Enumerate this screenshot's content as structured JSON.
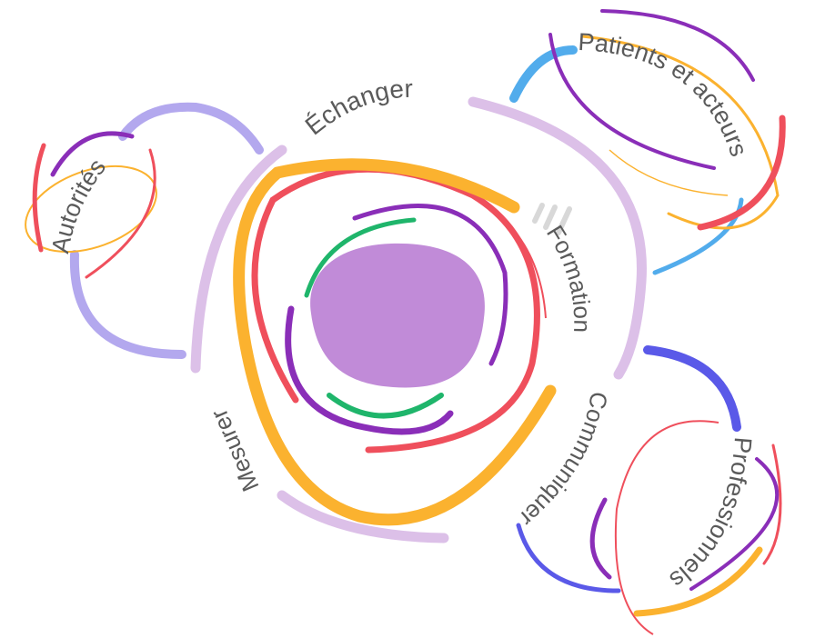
{
  "labels": {
    "echanger": "Échanger",
    "formation": "Formation",
    "communiquer": "Communiquer",
    "mesurer": "Mesurer",
    "autorites": "Autorités",
    "patients": "Patients et acteurs",
    "professionnels": "Professionnels"
  },
  "colors": {
    "center_blob": "#c18bd8",
    "lilac": "#dcc0e8",
    "orange": "#fbb22f",
    "red": "#ef4f5c",
    "purple": "#8a2eb8",
    "green": "#1fb56b",
    "periwinkle": "#b3a8ee",
    "sky": "#52acec",
    "indigo": "#5a59e8",
    "grey_mark": "#d8d8d8"
  },
  "icons": {
    "center": "center-blob",
    "mark": "slash-mark"
  }
}
